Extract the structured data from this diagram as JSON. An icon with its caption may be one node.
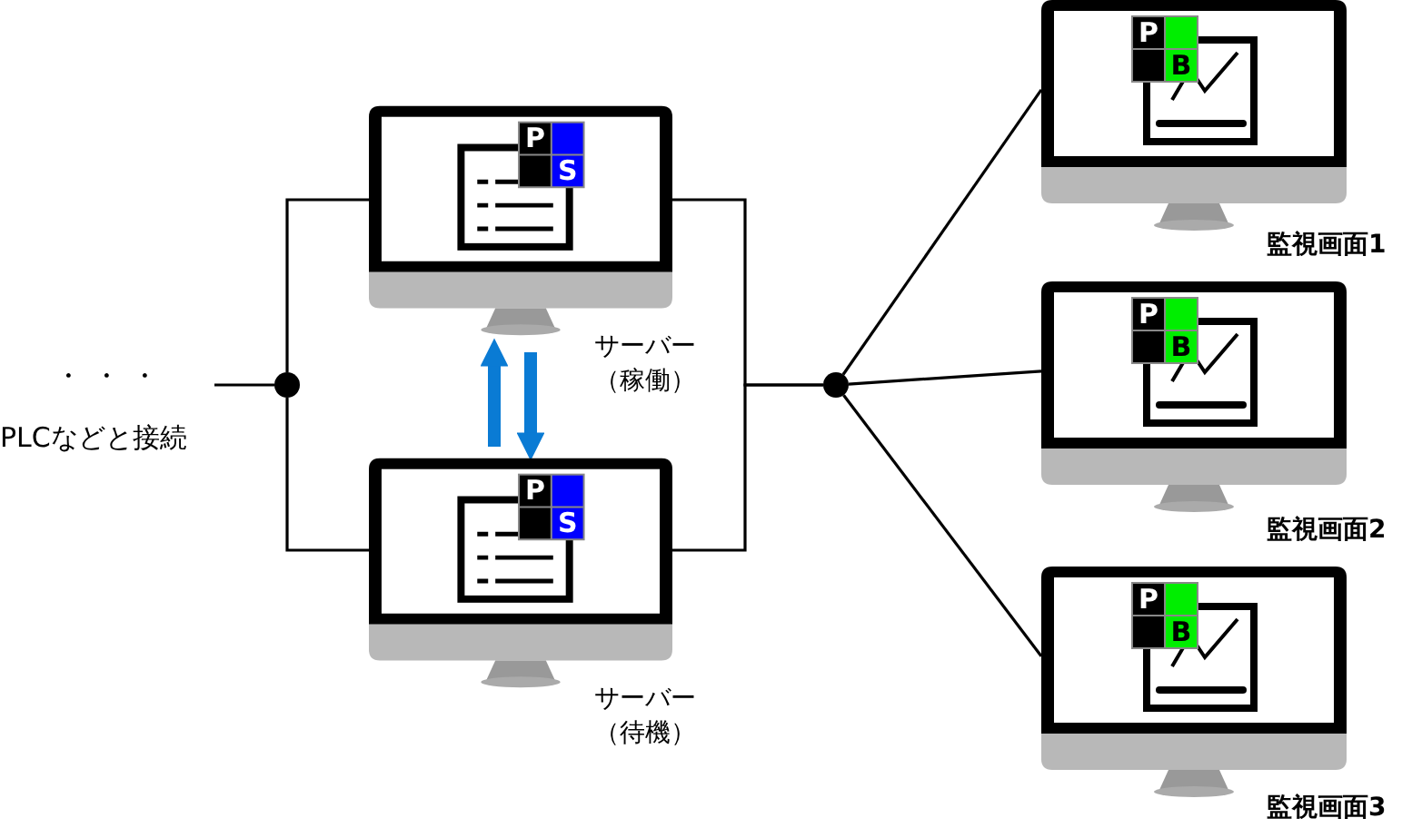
{
  "diagram": {
    "nodes": [
      {
        "text": [
          "・・・",
          "PLCなどと接続"
        ]
      },
      {
        "text": [],
        "shape": "circle"
      },
      {
        "text": [
          "P",
          "S"
        ],
        "beside": [
          "サーバー（稼働）"
        ]
      },
      {
        "text": [
          "P",
          "S"
        ],
        "beside": [
          "サーバー（待機）"
        ]
      },
      {
        "text": [],
        "shape": "circle"
      },
      {
        "text": [
          "P",
          "B"
        ],
        "beside": [
          "監視画面1"
        ]
      },
      {
        "text": [
          "P",
          "B"
        ],
        "beside": [
          "監視画面2"
        ]
      },
      {
        "text": [
          "P",
          "B"
        ],
        "beside": [
          "監視画面3"
        ]
      }
    ],
    "edges": [
      {
        "from": 0,
        "to": 1,
        "arrow": "none"
      },
      {
        "from": 1,
        "to": 2,
        "arrow": "none"
      },
      {
        "from": 1,
        "to": 3,
        "arrow": "none"
      },
      {
        "from": 2,
        "to": 4,
        "arrow": "none"
      },
      {
        "from": 3,
        "to": 4,
        "arrow": "none"
      },
      {
        "from": 4,
        "to": 5,
        "arrow": "none"
      },
      {
        "from": 4,
        "to": 6,
        "arrow": "none"
      },
      {
        "from": 4,
        "to": 7,
        "arrow": "none"
      },
      {
        "from": 3,
        "to": 2,
        "arrow": "to",
        "style": "thick",
        "color": "#0a7bd4"
      },
      {
        "from": 2,
        "to": 3,
        "arrow": "to",
        "style": "thick",
        "color": "#0a7bd4"
      }
    ]
  }
}
